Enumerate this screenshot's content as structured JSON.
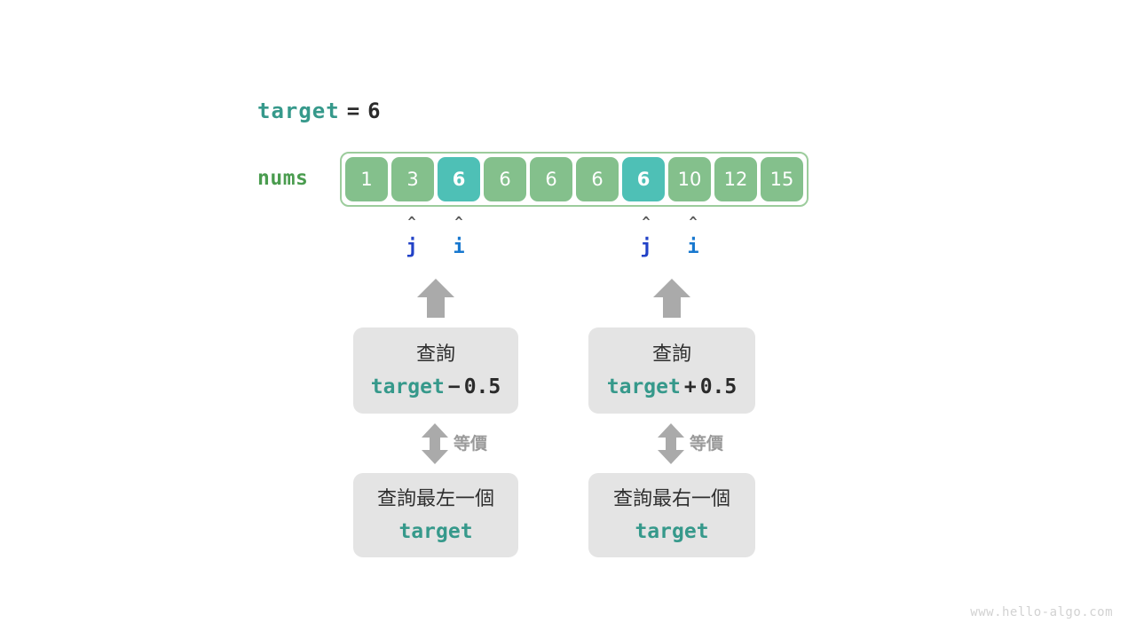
{
  "diagram": {
    "title_expr": {
      "name": "target",
      "operator": "=",
      "value": "6"
    },
    "array": {
      "label": "nums",
      "values": [
        "1",
        "3",
        "6",
        "6",
        "6",
        "6",
        "6",
        "10",
        "12",
        "15"
      ],
      "highlighted_indices": [
        2,
        6
      ],
      "cell_color": "#84c08c",
      "highlight_color": "#4ec0b6",
      "border_color": "#9ccc9c"
    },
    "pointers": [
      {
        "name": "j",
        "caret": "^",
        "index": 1,
        "color": "#2242c7"
      },
      {
        "name": "i",
        "caret": "^",
        "index": 2,
        "color": "#1878cf"
      },
      {
        "name": "j",
        "caret": "^",
        "index": 6,
        "color": "#2242c7"
      },
      {
        "name": "i",
        "caret": "^",
        "index": 7,
        "color": "#1878cf"
      }
    ],
    "columns": [
      {
        "query_box": {
          "line1": "查詢",
          "expr_name": "target",
          "expr_op": "−",
          "expr_num": "0.5"
        },
        "equivalence_label": "等價",
        "result_box": {
          "line1": "查詢最左一個",
          "line2": "target"
        }
      },
      {
        "query_box": {
          "line1": "查詢",
          "expr_name": "target",
          "expr_op": "+",
          "expr_num": "0.5"
        },
        "equivalence_label": "等價",
        "result_box": {
          "line1": "查詢最右一個",
          "line2": "target"
        }
      }
    ],
    "watermark": "www.hello-algo.com",
    "arrow_color": "#aaaaaa"
  }
}
